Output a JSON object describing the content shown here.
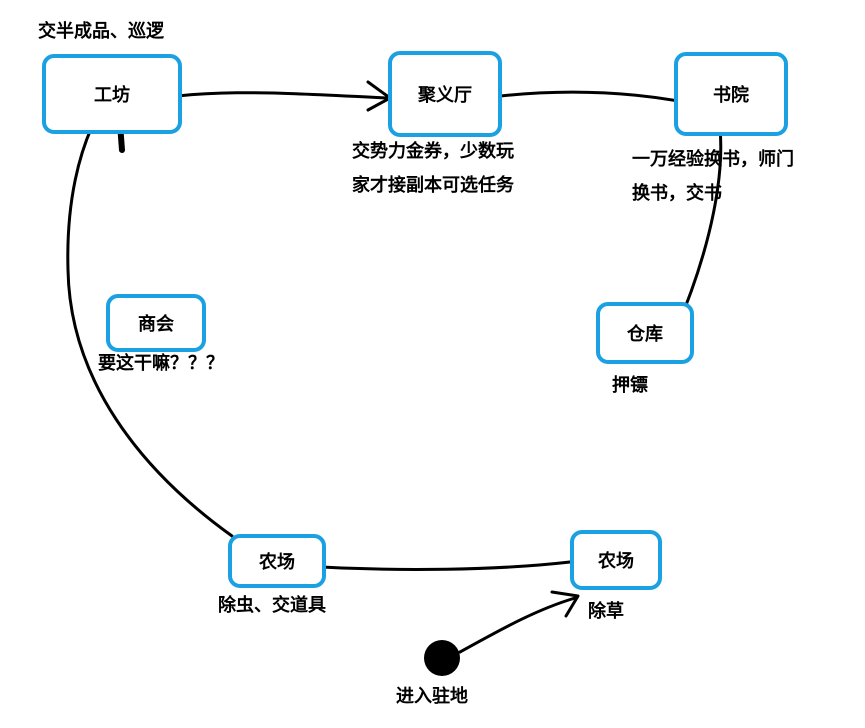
{
  "nodes": {
    "gongfang": "工坊",
    "juyiting": "聚义厅",
    "shuyuan": "书院",
    "cangku": "仓库",
    "shanghui": "商会",
    "nongchang_left": "农场",
    "nongchang_right": "农场"
  },
  "notes": {
    "gongfang": "交半成品、巡逻",
    "juyiting_line1": "交势力金券，少数玩",
    "juyiting_line2": "家才接副本可选任务",
    "shuyuan_line1": "一万经验换书，师门",
    "shuyuan_line2": "换书，交书",
    "cangku": "押镖",
    "shanghui": "要这干嘛？？？",
    "nongchang_left": "除虫、交道具",
    "nongchang_right": "除草"
  },
  "start": {
    "label": "进入驻地"
  },
  "colors": {
    "node_border": "#1ba1e2",
    "stroke": "#000000"
  }
}
